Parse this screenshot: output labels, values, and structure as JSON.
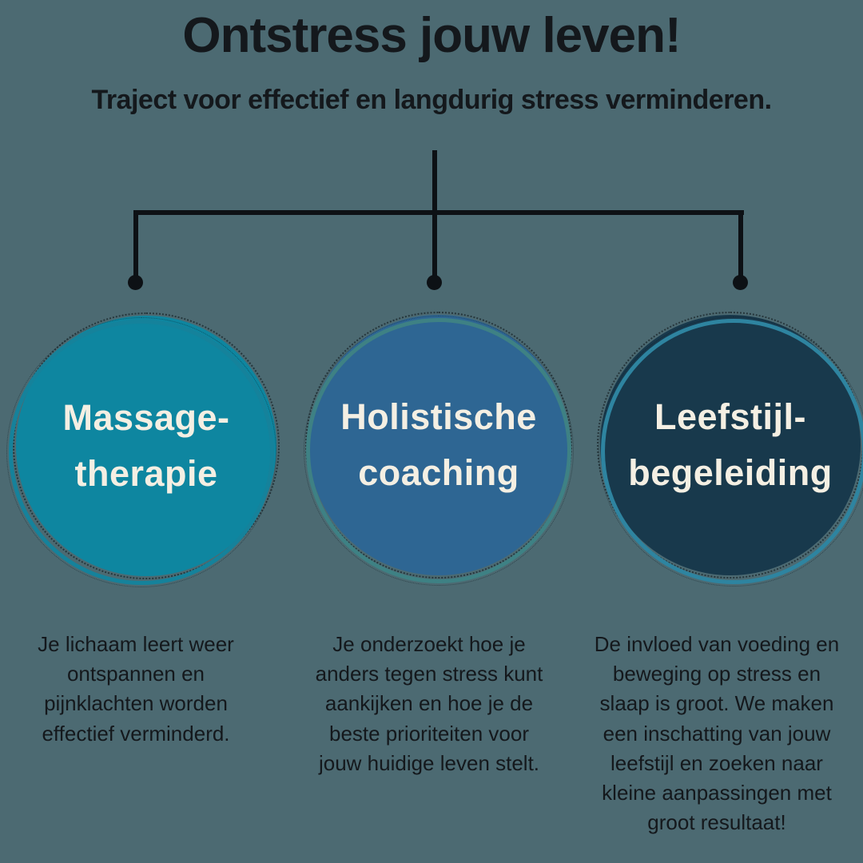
{
  "theme": {
    "background_color": "#4C6A72",
    "text_dark": "#14181C",
    "connector_color": "#0D1115",
    "circle_text_color": "#F4EFE3"
  },
  "header": {
    "title": "Ontstress jouw leven!",
    "subtitle": "Traject voor effectief en langdurig stress verminderen."
  },
  "columns": [
    {
      "id": "massage-therapie",
      "circle_label": "Massage-\ntherapie",
      "circle_fill": "#0E86A0",
      "ring_color": "#15829B",
      "description": "Je lichaam leert weer\nontspannen en\npijnklachten worden\neffectief verminderd."
    },
    {
      "id": "holistische-coaching",
      "circle_label": "Holistische\ncoaching",
      "circle_fill": "#2E6693",
      "ring_color": "#3E8184",
      "description": "Je onderzoekt hoe je\nanders tegen stress kunt\naankijken en hoe je de\nbeste prioriteiten voor\njouw huidige leven stelt."
    },
    {
      "id": "leefstijl-begeleiding",
      "circle_label": "Leefstijl-\nbegeleiding",
      "circle_fill": "#18394C",
      "ring_color": "#2E84A0",
      "description": "De invloed van voeding en\nbeweging op stress en\nslaap is groot. We maken\neen inschatting van jouw\nleefstijl en zoeken naar\nkleine aanpassingen met\ngroot resultaat!"
    }
  ]
}
